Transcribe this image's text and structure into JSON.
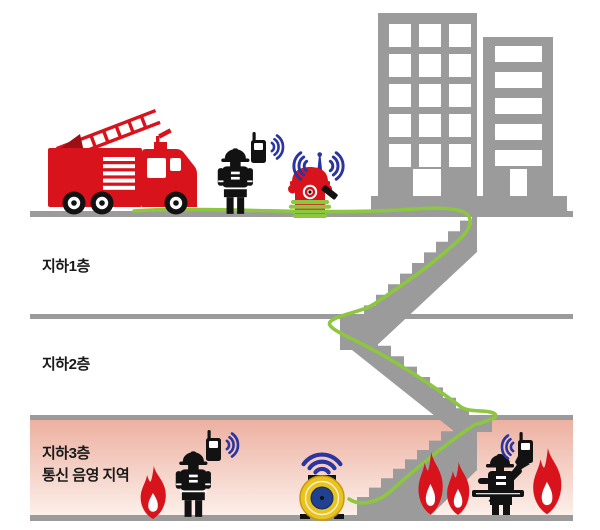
{
  "scene": {
    "description": "Fire-response diagram: surface fire engine and hydrant transmitter feed a green signal line down a zigzag stair to a reel transmitter in basement level 3, a radio dead zone with fire",
    "floors": {
      "b1": {
        "label": "지하1층"
      },
      "b2": {
        "label": "지하2층"
      },
      "b3": {
        "label": "지하3층",
        "zone_label": "통신 음영 지역"
      }
    },
    "icons": {
      "fire_truck": "fire-truck-with-ladder",
      "surface_firefighter": "firefighter-silhouette",
      "surface_radio": "walkie-talkie-with-signal",
      "hydrant": "fire-hydrant-with-antenna",
      "hydrant_antenna": "antenna-emitting-signal",
      "buildings": "two-office-buildings",
      "staircase": "zigzag-basement-staircase",
      "cable": "green-signal-line-cable",
      "reel": "cable-reel-transmitter",
      "reel_wifi": "wifi-signal",
      "b3_left_firefighter": "firefighter-silhouette",
      "b3_left_radio": "walkie-talkie-with-signal",
      "b3_right_firefighter": "firefighter-with-axe",
      "b3_right_radio": "walkie-talkie-with-signal",
      "flames": "fire-flame"
    },
    "colors": {
      "red": "#d8131b",
      "dark_red": "#9c0f14",
      "gray": "#9b9b9b",
      "silhouette": "#121212",
      "cable_green": "#8dc63f",
      "signal_blue": "#2a35a0",
      "reel_yellow": "#e9c31f",
      "reel_blue": "#20418f",
      "zone_pink_top": "#ecaf9f",
      "zone_pink_bottom": "#fcf0ea",
      "label_text": "#1a1a1a"
    }
  }
}
